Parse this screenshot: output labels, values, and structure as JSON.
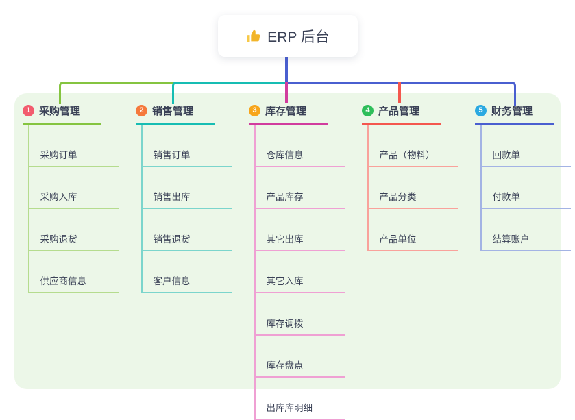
{
  "root": {
    "title": "ERP 后台",
    "icon": "thumbs-up",
    "icon_color": "#f7c948"
  },
  "canvas": {
    "background": "#ffffff",
    "panel_background": "#ecf7e8",
    "text_color": "#3a4156"
  },
  "branches": [
    {
      "num": "1",
      "label": "采购管理",
      "badge_color": "#f25c6e",
      "line_color": "#85c440",
      "light_color": "#b5dc8e",
      "items": [
        "采购订单",
        "采购入库",
        "采购退货",
        "供应商信息"
      ]
    },
    {
      "num": "2",
      "label": "销售管理",
      "badge_color": "#f5793c",
      "line_color": "#17bdb3",
      "light_color": "#7bd5cc",
      "items": [
        "销售订单",
        "销售出库",
        "销售退货",
        "客户信息"
      ]
    },
    {
      "num": "3",
      "label": "库存管理",
      "badge_color": "#f7a51b",
      "line_color": "#d13c9e",
      "light_color": "#efa0d3",
      "items": [
        "仓库信息",
        "产品库存",
        "其它出库",
        "其它入库",
        "库存调拨",
        "库存盘点",
        "出库库明细"
      ]
    },
    {
      "num": "4",
      "label": "产品管理",
      "badge_color": "#2ebe5a",
      "line_color": "#f4574e",
      "light_color": "#f9a29b",
      "items": [
        "产品（物料）",
        "产品分类",
        "产品单位"
      ]
    },
    {
      "num": "5",
      "label": "财务管理",
      "badge_color": "#2ba9e1",
      "line_color": "#4a5fd0",
      "light_color": "#a3b3e4",
      "items": [
        "回款单",
        "付款单",
        "结算账户"
      ]
    }
  ]
}
